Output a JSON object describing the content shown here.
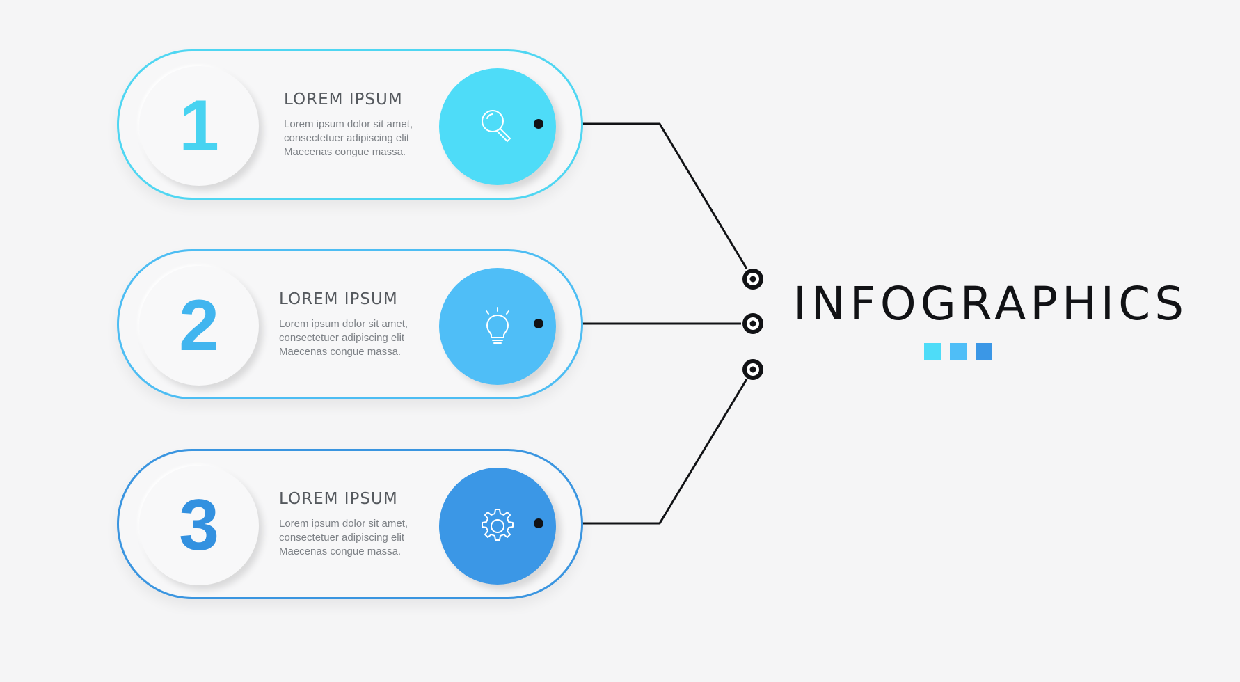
{
  "heading": "INFOGRAPHICS",
  "colors": {
    "accent_1": "#4edcf8",
    "accent_2": "#4fbef7",
    "accent_3": "#3b97e6",
    "connector": "#111215"
  },
  "swatches": [
    "#4edcf8",
    "#4fbef7",
    "#3b97e6"
  ],
  "steps": [
    {
      "number": "1",
      "title": "LOREM IPSUM",
      "description": "Lorem ipsum dolor sit amet,\nconsectetuer adipiscing elit\nMaecenas congue massa.",
      "icon": "search-icon"
    },
    {
      "number": "2",
      "title": "LOREM IPSUM",
      "description": "Lorem ipsum dolor sit amet,\nconsectetuer adipiscing elit\nMaecenas congue massa.",
      "icon": "lightbulb-icon"
    },
    {
      "number": "3",
      "title": "LOREM IPSUM",
      "description": "Lorem ipsum dolor sit amet,\nconsectetuer adipiscing elit\nMaecenas congue massa.",
      "icon": "gear-icon"
    }
  ]
}
